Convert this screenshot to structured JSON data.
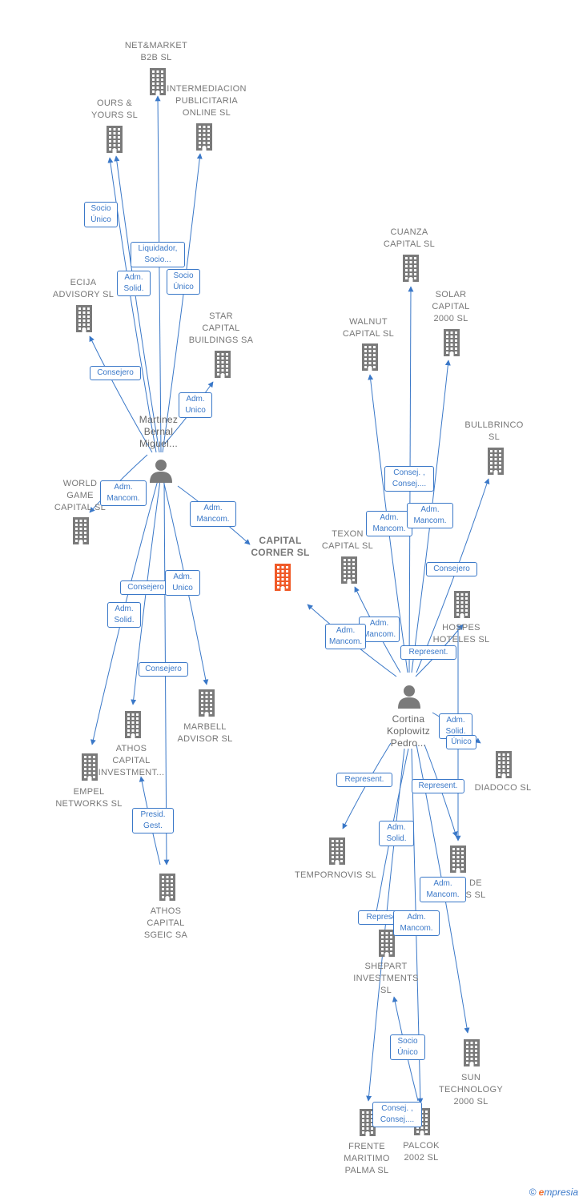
{
  "colors": {
    "company": "#7a7a7a",
    "main_company": "#f05a28",
    "person": "#7a7a7a",
    "edge": "#3a78c8",
    "label_text": "#777777"
  },
  "nodes": [
    {
      "id": "netmarket",
      "label": "NET&MARKET\nB2B  SL",
      "kind": "company"
    },
    {
      "id": "ours",
      "label": "OURS &\nYOURS SL",
      "kind": "company"
    },
    {
      "id": "intermed",
      "label": "INTERMEDIACION\nPUBLICITARIA\nONLINE  SL",
      "kind": "company"
    },
    {
      "id": "ecija",
      "label": "ECIJA\nADVISORY  SL",
      "kind": "company"
    },
    {
      "id": "star",
      "label": "STAR\nCAPITAL\nBUILDINGS SA",
      "kind": "company"
    },
    {
      "id": "martinez",
      "label": "Martinez\nBernal\nMiguel...",
      "kind": "person"
    },
    {
      "id": "worldgame",
      "label": "WORLD\nGAME\nCAPITAL  SL",
      "kind": "company"
    },
    {
      "id": "capitalcorner",
      "label": "CAPITAL\nCORNER  SL",
      "kind": "main"
    },
    {
      "id": "marbell",
      "label": "MARBELL\nADVISOR  SL",
      "kind": "company"
    },
    {
      "id": "athosinv",
      "label": "ATHOS\nCAPITAL\nINVESTMENT...",
      "kind": "company"
    },
    {
      "id": "empel",
      "label": "EMPEL\nNETWORKS SL",
      "kind": "company"
    },
    {
      "id": "athossgeic",
      "label": "ATHOS\nCAPITAL\nSGEIC SA",
      "kind": "company"
    },
    {
      "id": "cuanza",
      "label": "CUANZA\nCAPITAL SL",
      "kind": "company"
    },
    {
      "id": "solar",
      "label": "SOLAR\nCAPITAL\n2000  SL",
      "kind": "company"
    },
    {
      "id": "walnut",
      "label": "WALNUT\nCAPITAL  SL",
      "kind": "company"
    },
    {
      "id": "bullbrinco",
      "label": "BULLBRINCO\nSL",
      "kind": "company"
    },
    {
      "id": "texon",
      "label": "TEXON\nCAPITAL  SL",
      "kind": "company"
    },
    {
      "id": "hospes",
      "label": "HOSPES\nHOTELES SL",
      "kind": "company"
    },
    {
      "id": "cortina",
      "label": "Cortina\nKoplowitz\nPedro...",
      "kind": "person"
    },
    {
      "id": "diadoco",
      "label": "DIADOCO SL",
      "kind": "company"
    },
    {
      "id": "tempornovis",
      "label": "TEMPORNOVIS SL",
      "kind": "company"
    },
    {
      "id": "dede",
      "label": "DE\nS SL",
      "kind": "company"
    },
    {
      "id": "shepart",
      "label": "SHEPART\nINVESTMENTS\nSL",
      "kind": "company"
    },
    {
      "id": "sun",
      "label": "SUN\nTECHNOLOGY\n2000  SL",
      "kind": "company"
    },
    {
      "id": "frente",
      "label": "FRENTE\nMARITIMO\nPALMA  SL",
      "kind": "company"
    },
    {
      "id": "palcok",
      "label": "PALCOK\n2002  SL",
      "kind": "company"
    }
  ],
  "edge_labels": [
    "Socio\nÚnico",
    "Liquidador,\nSocio...",
    "Adm.\nSolid.",
    "Socio\nÚnico",
    "Consejero",
    "Adm.\nUnico",
    "Adm.\nMancom.",
    "Adm.\nMancom.",
    "Consejero",
    "Adm.\nUnico",
    "Adm.\nSolid.",
    "Consejero",
    "Presid.\nGest.",
    "Consej. ,\nConsej....",
    "Adm.\nMancom.",
    "Adm.\nMancom.",
    "Consejero",
    "Adm.\nMancom.",
    "Adm.\nMancom.",
    "Represent.",
    "Adm.\nSolid.",
    "Único",
    "Represent.",
    "Represent.",
    "Adm.\nSolid.",
    "Adm.\nMancom.",
    "Represent.",
    "Adm.\nMancom.",
    "Socio\nÚnico",
    "Consej. ,\nConsej...."
  ],
  "brand": {
    "copyright": "©",
    "name_first": "e",
    "name_rest": "mpresia"
  }
}
